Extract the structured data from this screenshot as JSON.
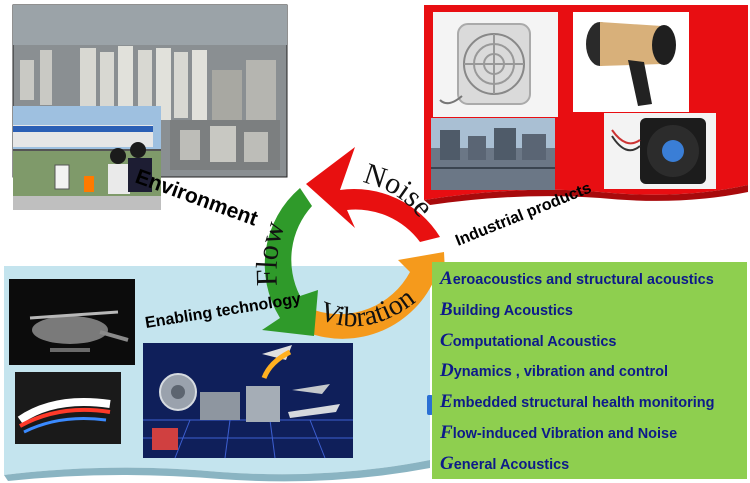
{
  "cycle": {
    "noise": "Noise",
    "flow": "Flow",
    "vibration": "Vibration",
    "colors": {
      "noise": "#e81010",
      "flow": "#2f9a2a",
      "vibration": "#f59a1c"
    }
  },
  "panels": {
    "environment": "Environment",
    "industrial": "Industrial products",
    "enabling": "Enabling technology",
    "colors": {
      "industrial_bg": "#e80e12",
      "enabling_bg": "#c4e4ee"
    }
  },
  "acoustics": {
    "items": [
      {
        "initial": "A",
        "rest": "eroacoustics and structural acoustics"
      },
      {
        "initial": "B",
        "rest": "uilding Acoustics"
      },
      {
        "initial": "C",
        "rest": "omputational Acoustics"
      },
      {
        "initial": "D",
        "rest": "ynamics , vibration and control"
      },
      {
        "initial": "E",
        "rest": "mbedded structural health monitoring"
      },
      {
        "initial": "F",
        "rest": "low-induced Vibration and Noise"
      },
      {
        "initial": "G",
        "rest": "eneral Acoustics"
      }
    ],
    "colors": {
      "bg": "#8ecf4f",
      "text": "#0d1a8a"
    }
  }
}
